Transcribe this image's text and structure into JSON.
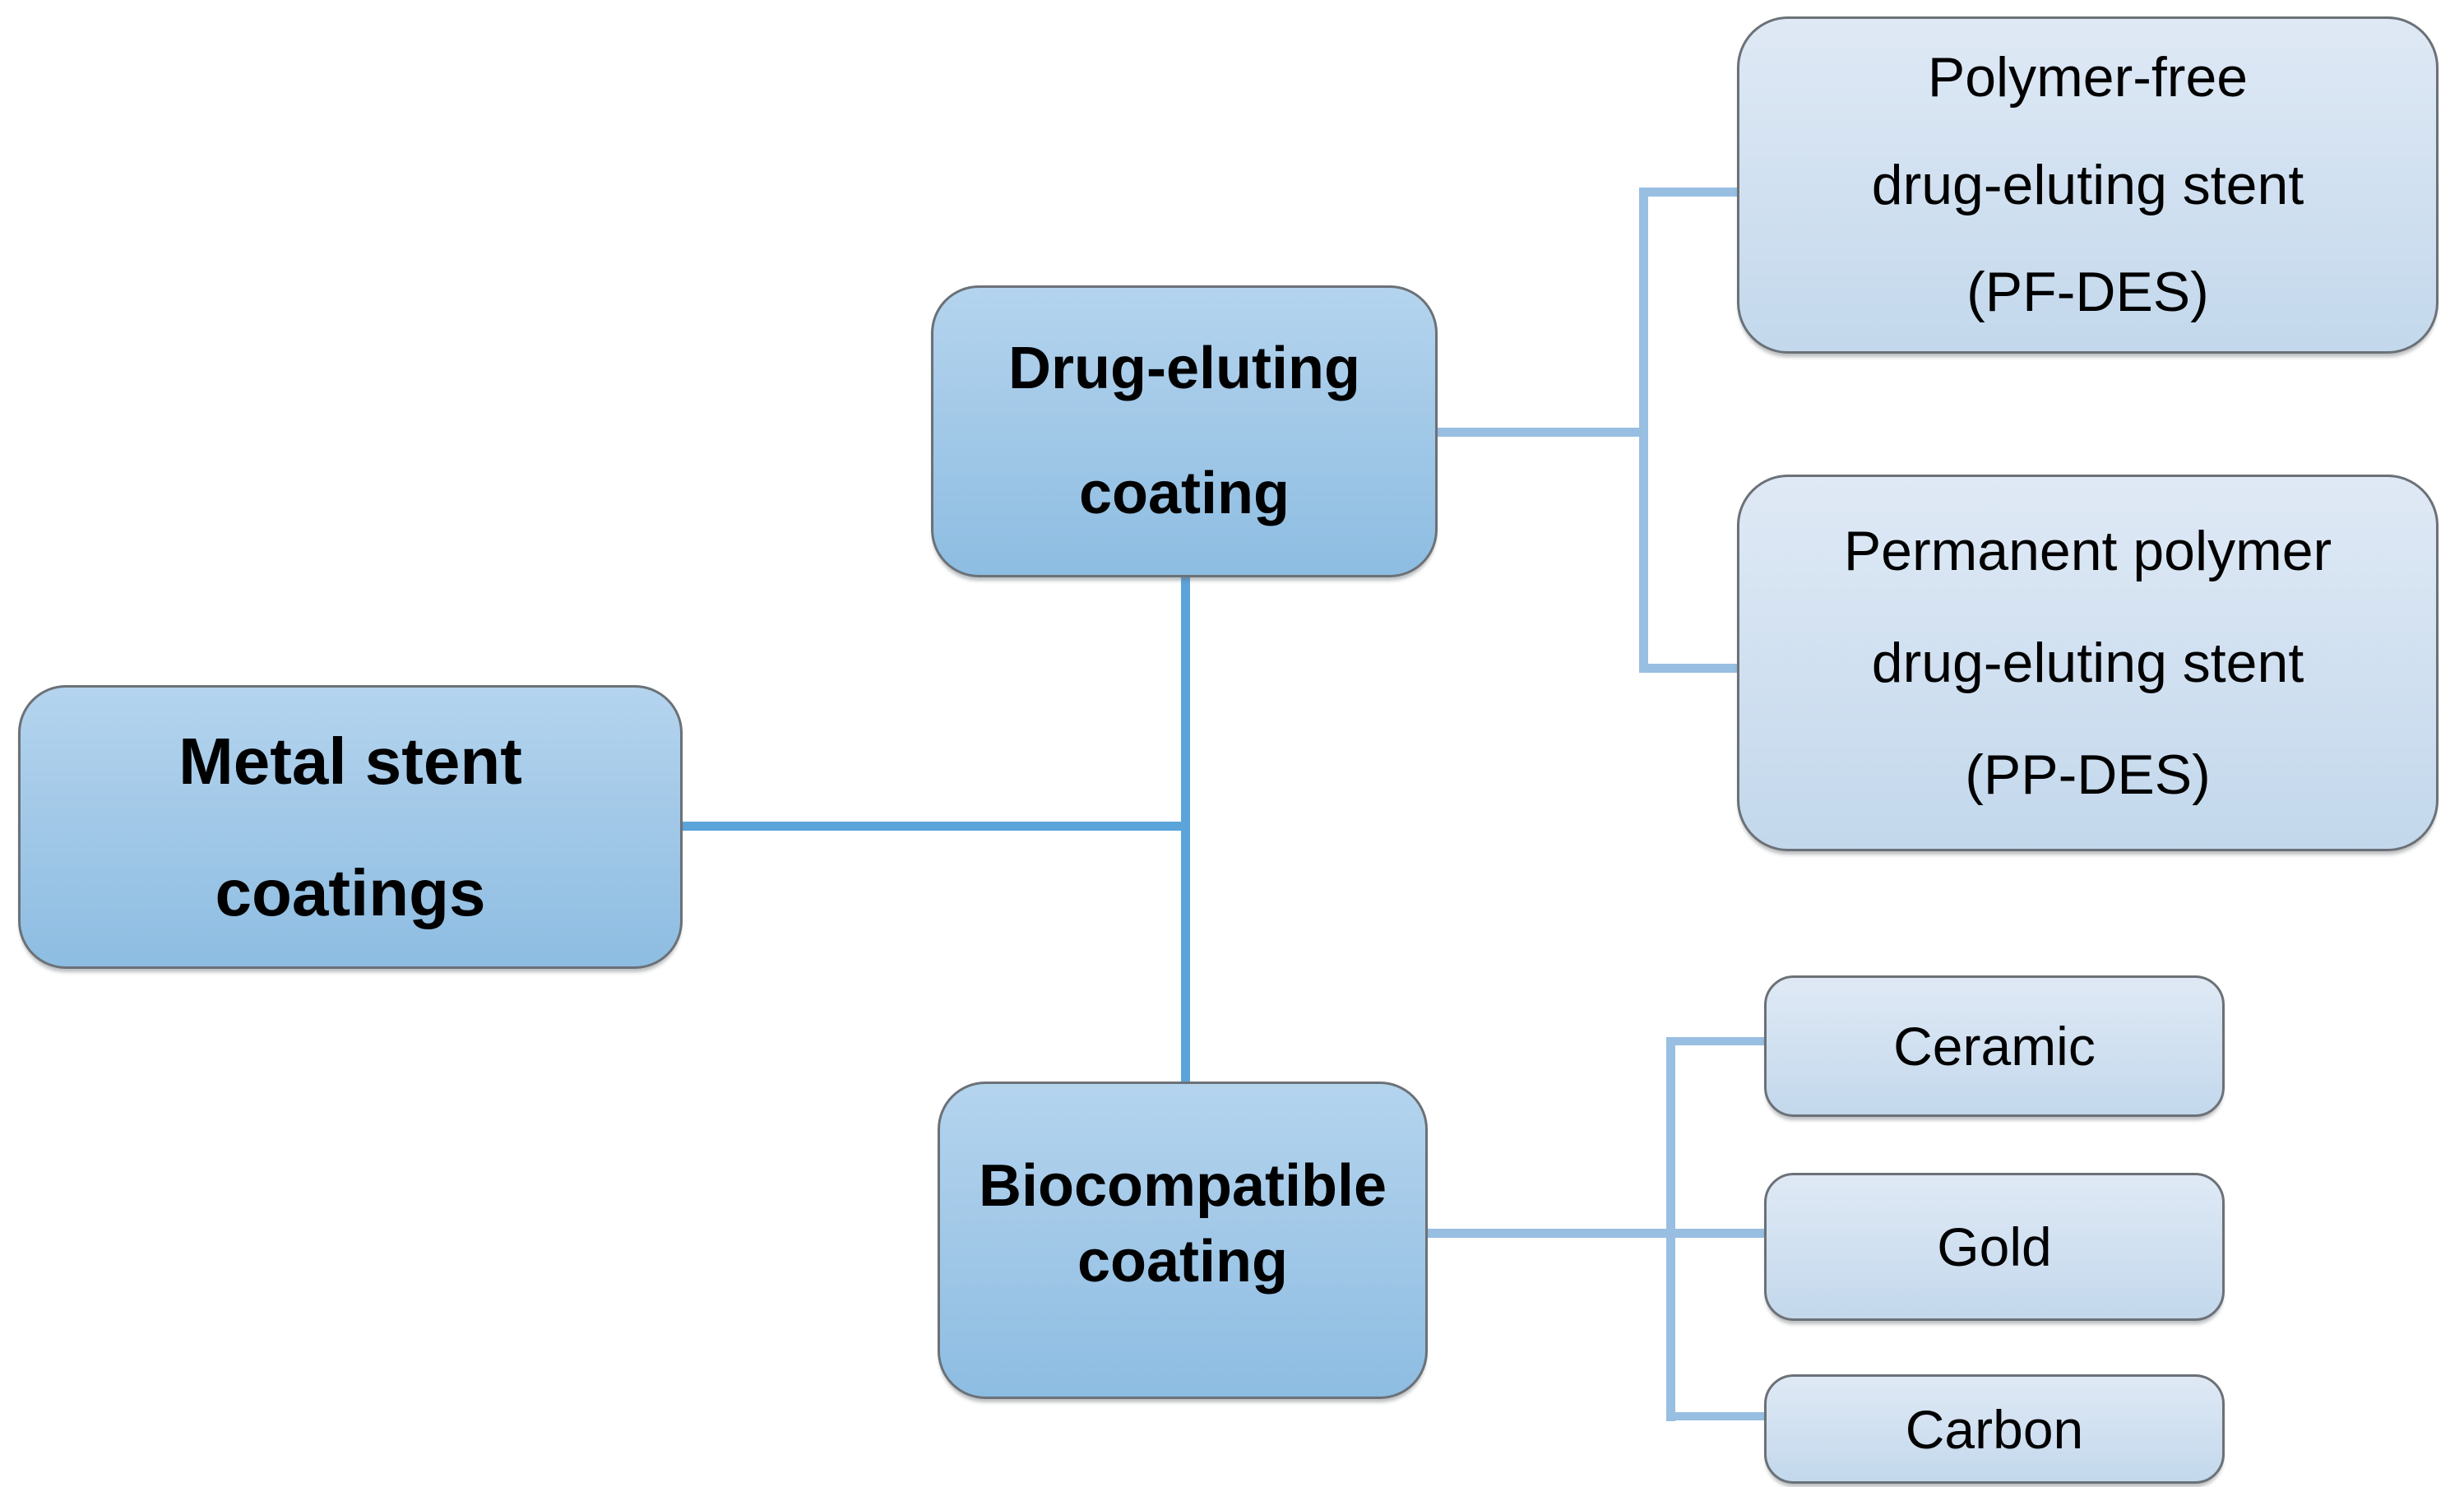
{
  "diagram": {
    "nodes": {
      "root": {
        "label": "Metal stent\ncoatings"
      },
      "drug_eluting": {
        "label": "Drug-eluting\ncoating"
      },
      "pf_des": {
        "label": "Polymer-free\ndrug-eluting stent\n(PF-DES)"
      },
      "pp_des": {
        "label": "Permanent polymer\ndrug-eluting stent\n(PP-DES)"
      },
      "biocompatible": {
        "label": "Biocompatible\ncoating"
      },
      "ceramic": {
        "label": "Ceramic"
      },
      "gold": {
        "label": "Gold"
      },
      "carbon": {
        "label": "Carbon"
      }
    },
    "colors": {
      "connector_strong": "#5ba4da",
      "connector_light": "#98bee2",
      "box_border": "#6b7177",
      "branch_fill_top": "#b4d4ee",
      "branch_fill_bottom": "#8dbde2",
      "leaf_fill_top": "#dfe9f5",
      "leaf_fill_bottom": "#c3d8ec",
      "text": "#000000",
      "background": "#ffffff"
    }
  }
}
